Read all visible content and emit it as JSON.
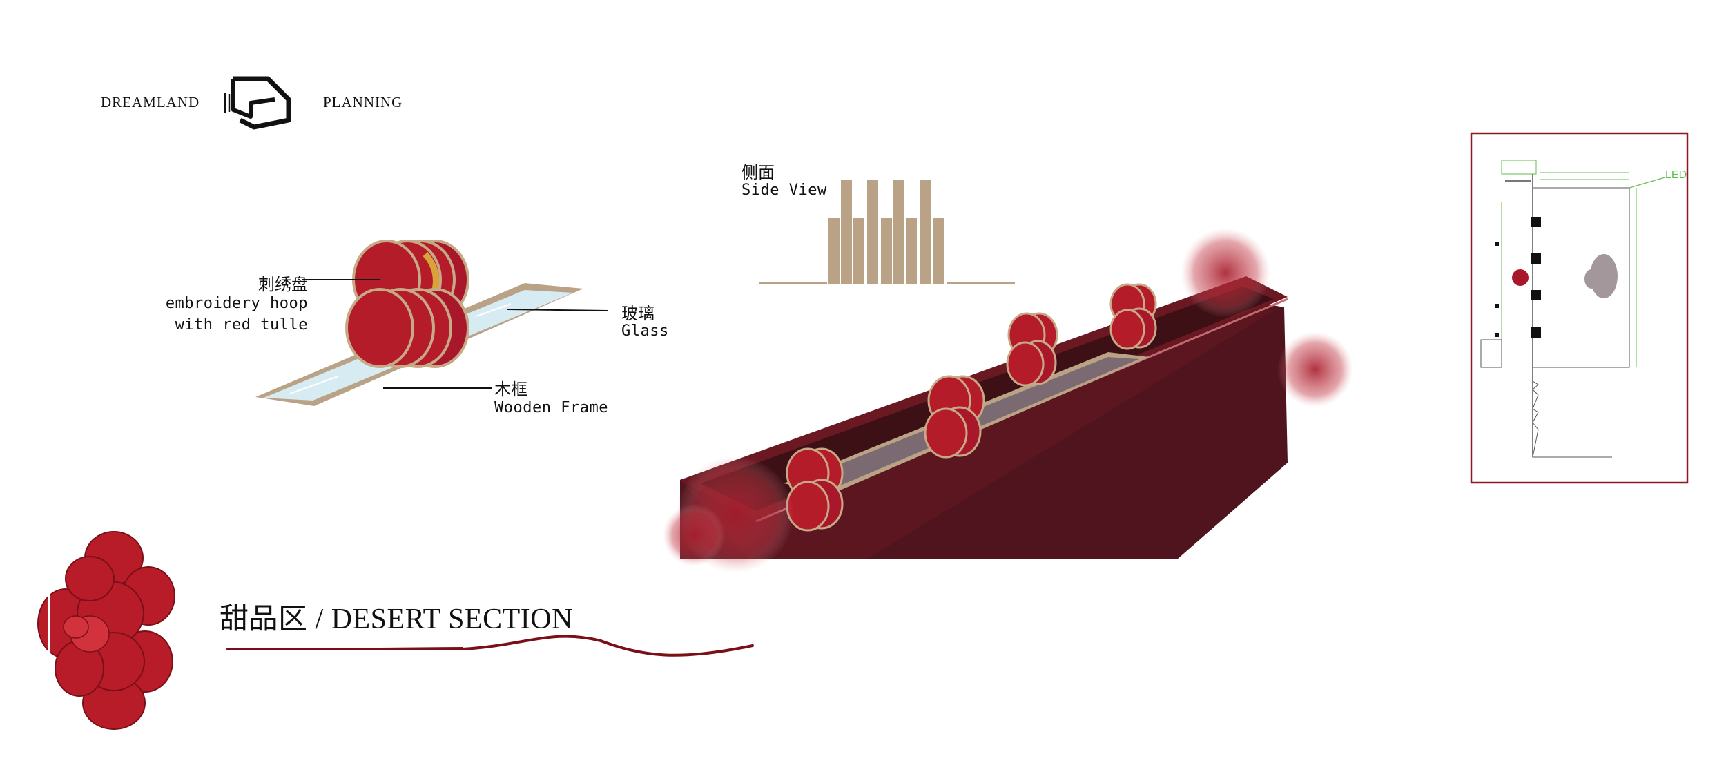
{
  "header": {
    "brand_left": "DREAMLAND",
    "brand_right": "PLANNING",
    "logo_icon": "dp-monogram-icon"
  },
  "hoop_detail": {
    "hoop_label_cn": "刺绣盘",
    "hoop_label_en_1": "embroidery hoop",
    "hoop_label_en_2": "with red tulle",
    "glass_label_cn": "玻璃",
    "glass_label_en": "Glass",
    "frame_label_cn": "木框",
    "frame_label_en": "Wooden Frame"
  },
  "side_view": {
    "label_cn": "侧面",
    "label_en": "Side View"
  },
  "plan_drawing": {
    "led_label": "LED"
  },
  "section": {
    "title_cn": "甜品区",
    "separator": "/",
    "title_en": "DESERT SECTION"
  },
  "colors": {
    "accent_red": "#7a0f18",
    "hoop_red": "#b51c2a",
    "wood": "#b9a285",
    "glass": "#cfe6ee",
    "dimension_green": "#5fbf4a",
    "table_dark": "#4f141d"
  }
}
